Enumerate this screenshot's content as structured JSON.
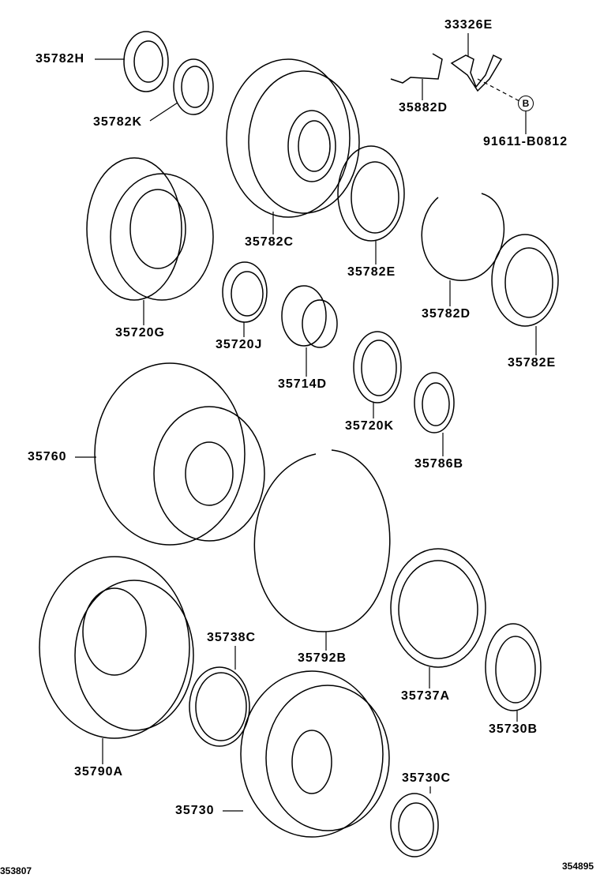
{
  "labels": {
    "p35782H": "35782H",
    "p35782K": "35782K",
    "p33326E": "33326E",
    "p35882D": "35882D",
    "ref_B": "B",
    "p91611": "91611-B0812",
    "p35782C": "35782C",
    "p35720G": "35720G",
    "p35782E_a": "35782E",
    "p35782D": "35782D",
    "p35720J": "35720J",
    "p35714D": "35714D",
    "p35782E_b": "35782E",
    "p35720K": "35720K",
    "p35760": "35760",
    "p35786B": "35786B",
    "p35738C": "35738C",
    "p35792B": "35792B",
    "p35737A": "35737A",
    "p35730B": "35730B",
    "p35790A": "35790A",
    "p35730C": "35730C",
    "p35730": "35730"
  },
  "footer": {
    "left_code": "353807",
    "right_code": "354895"
  }
}
